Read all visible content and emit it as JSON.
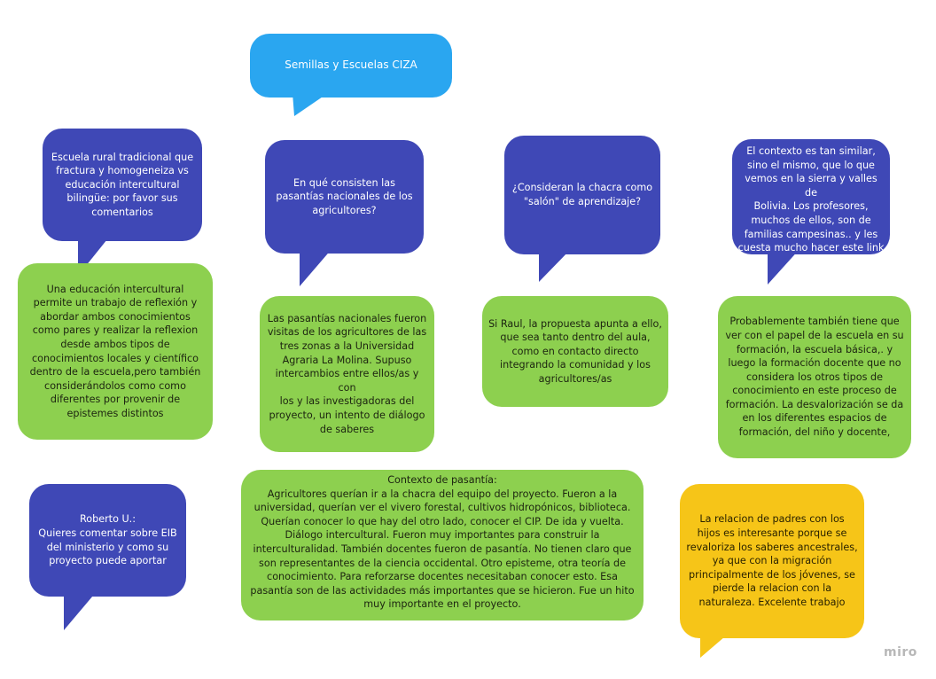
{
  "title_note": "Semillas y Escuelas CIZA",
  "questions": [
    "Escuela rural tradicional que\nfractura y homogeneiza vs\neducación intercultural\nbilingüe: por favor sus\ncomentarios",
    "En qué consisten las\npasantías nacionales de los\nagricultores?",
    "¿Consideran la chacra como\n\"salón\" de aprendizaje?",
    "El contexto es tan similar,\nsino el mismo, que lo que\nvemos en la sierra y valles de\nBolivia. Los profesores,\nmuchos de ellos, son de\nfamilias campesinas.. y les\ncuesta mucho hacer este link",
    "Roberto U.:\nQuieres comentar sobre EIB\ndel ministerio y como su\nproyecto puede aportar"
  ],
  "answers": [
    "Una educación intercultural\npermite un trabajo de reflexión y\nabordar ambos conocimientos\ncomo pares y realizar la reflexion\ndesde ambos tipos de\nconocimientos locales y científico\ndentro de la escuela,pero también\nconsiderándolos como como\ndiferentes por provenir de\nepistemes distintos",
    "Las pasantías nacionales fueron\nvisitas de los agricultores de las\ntres zonas a la Universidad\nAgraria La Molina. Supuso\nintercambios entre ellos/as y con\nlos y las investigadoras del\nproyecto, un intento de diálogo\nde saberes",
    "Si Raul, la propuesta apunta a ello,\nque sea tanto dentro del aula,\ncomo en contacto directo\nintegrando la comunidad y los\nagricultores/as",
    "Probablemente también tiene que\nver con el papel de la escuela en su\nformación, la escuela básica,. y\nluego la formación docente que no\nconsidera los otros tipos de\nconocimiento en este proceso de\nformación. La desvalorización se da\nen los diferentes espacios de\nformación, del niño y docente,",
    "Contexto de pasantía:\nAgricultores querían ir a la chacra del equipo del proyecto. Fueron a la\nuniversidad, querían ver el vivero forestal, cultivos hidropónicos, biblioteca.\nQuerían conocer lo que hay del otro lado, conocer el CIP. De ida y vuelta.\nDiálogo intercultural. Fueron muy importantes para construir la\ninterculturalidad. También docentes fueron de pasantía. No tienen claro que\nson representantes de la ciencia occidental. Otro episteme, otra teoría de\nconocimiento. Para reforzarse docentes necesitaban conocer esto. Esa\npasantía son de las actividades más importantes que se hicieron. Fue un hito\nmuy importante en el proyecto."
  ],
  "comment": "La relacion de padres con los\nhijos es interesante porque se\nrevaloriza los saberes ancestrales,\nya que con la migración\nprincipalmente de los jóvenes, se\npierde la relacion con la\nnaturaleza. Excelente trabajo",
  "watermark": "miro",
  "colors": {
    "question": "#3f48b6",
    "title": "#2aa6f0",
    "answer": "#8dd04f",
    "comment": "#f6c518"
  }
}
